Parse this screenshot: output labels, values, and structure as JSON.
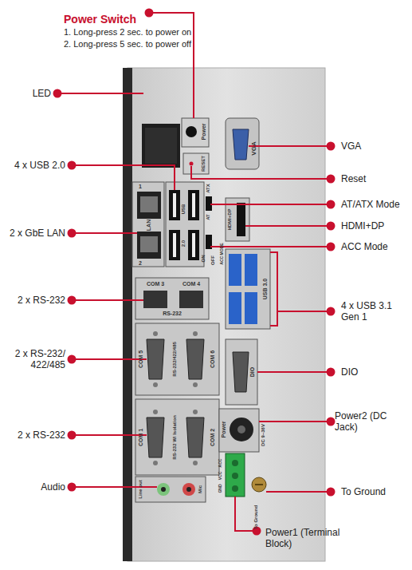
{
  "diagram": {
    "labels": [
      "Power Switch",
      "1. Long-press 2 sec. to power on",
      "2. Long-press 5 sec. to power off",
      "LED",
      "4 x USB 2.0",
      "2 x GbE LAN",
      "2 x RS-232",
      "2 x RS-232/ 422/485",
      "2 x RS-232",
      "Audio",
      "VGA",
      "Reset",
      "AT/ATX Mode",
      "HDMI+DP",
      "ACC Mode",
      "4 x USB 3.1 Gen 1",
      "DIO",
      "Power2 (DC Jack)",
      "To Ground",
      "Power1 (Terminal Block)",
      "Power",
      "RESET",
      "VGA",
      "1",
      "LAN",
      "2",
      "USB",
      "2.0",
      "ATX",
      "AT",
      "HDMI+DP",
      "ON",
      "OFF",
      "ACC MODE",
      "USB 3.0",
      "COM 3",
      "RS-232",
      "COM 4",
      "COM 5",
      "RS-232/422/485",
      "COM 6",
      "DIO",
      "COM 1",
      "RS-232 W/ Isolation",
      "COM 2",
      "Power",
      "DC 9~36V",
      "GND",
      "VCC",
      "ACC",
      "To Ground",
      "Line out",
      "Mic"
    ]
  }
}
